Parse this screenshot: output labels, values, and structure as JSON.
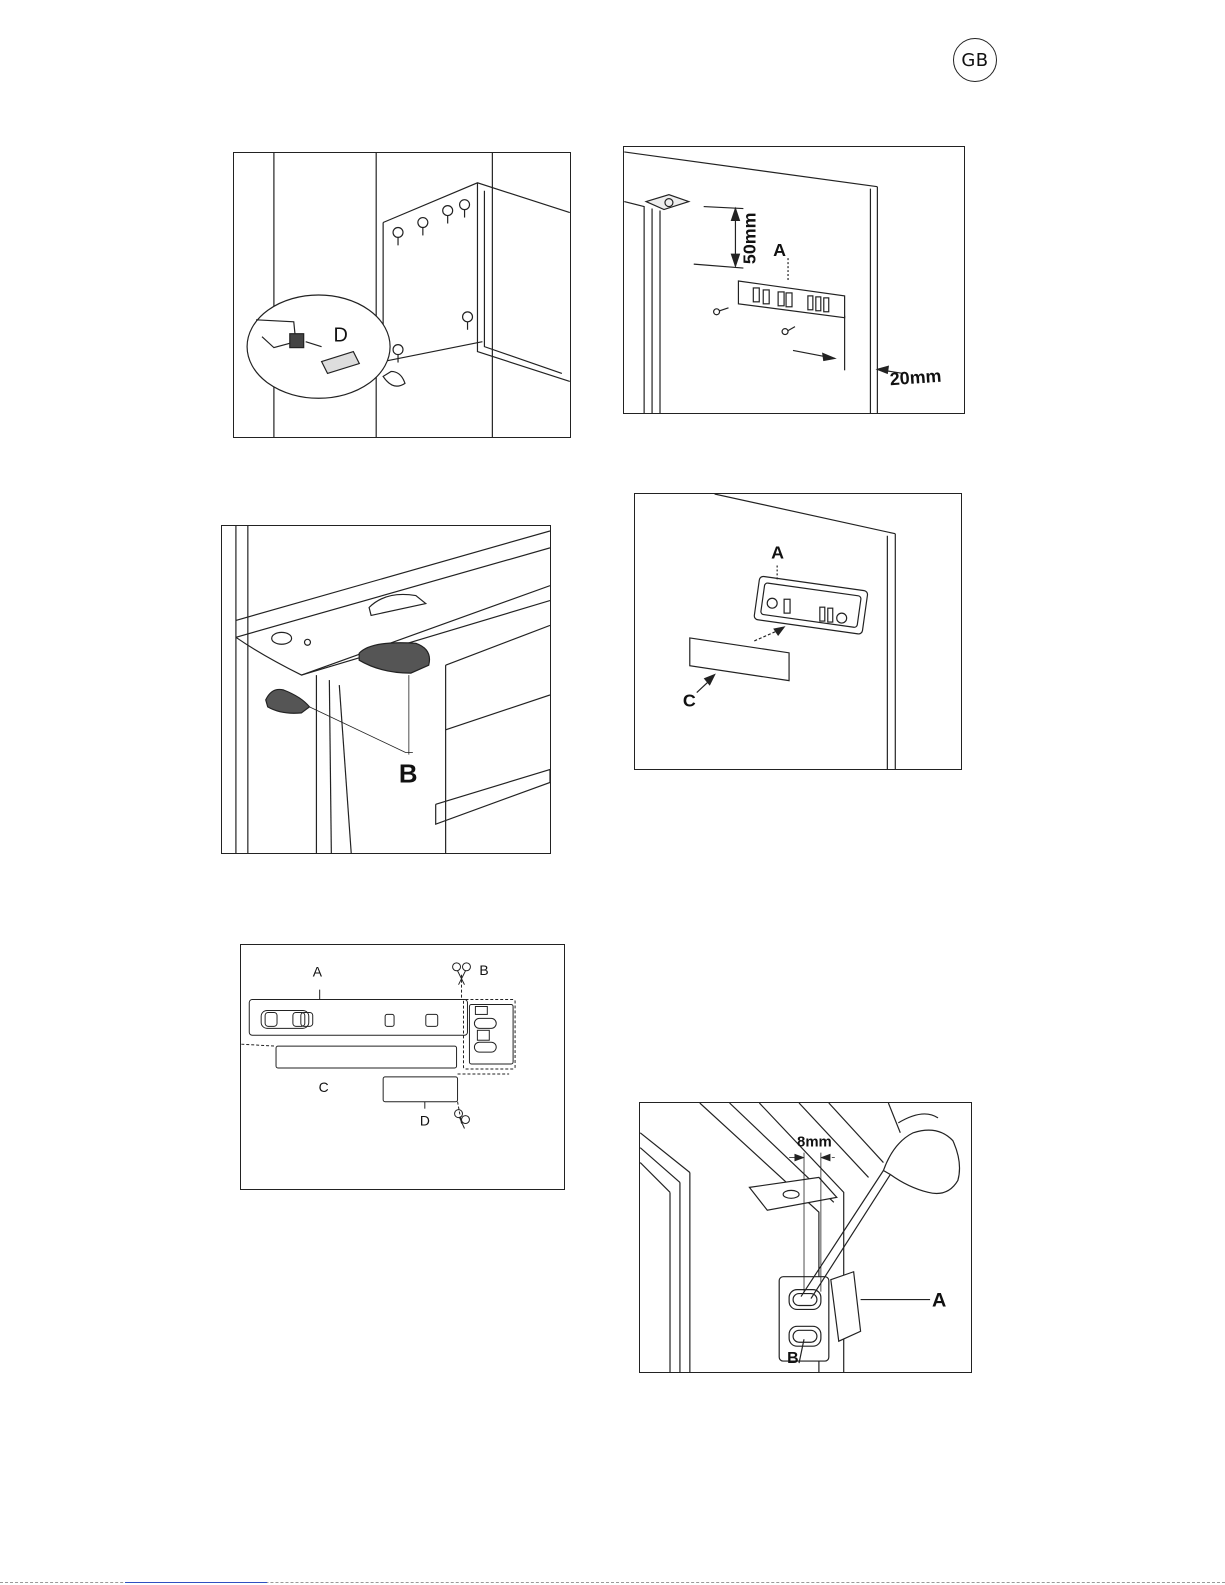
{
  "page": {
    "language_badge": "GB"
  },
  "figures": {
    "fig1": {
      "label_d": "D"
    },
    "fig2": {
      "label_a": "A",
      "dim_vertical": "50mm",
      "dim_horizontal": "20mm"
    },
    "fig3": {
      "label_b": "B"
    },
    "fig4": {
      "label_a": "A",
      "label_c": "C"
    },
    "fig5": {
      "label_a": "A",
      "label_b": "B",
      "label_c": "C",
      "label_d": "D"
    },
    "fig6": {
      "dim_top": "8mm",
      "label_a": "A",
      "label_b": "B"
    }
  }
}
